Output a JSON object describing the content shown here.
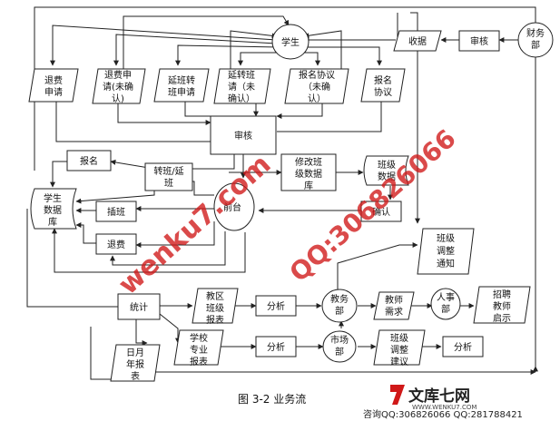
{
  "nodes": {
    "student": "学生",
    "finance": "财务部",
    "receipt": "收据",
    "finance_review": "审核",
    "refund_request": [
      "退费",
      "申请"
    ],
    "refund_unconfirmed": [
      "退费申",
      "请(未确",
      "认)"
    ],
    "defer_request": [
      "延班转",
      "班申请"
    ],
    "defer_unconfirmed": [
      "延转班",
      "请（未",
      "确认）"
    ],
    "signup_unconfirmed": [
      "报名协议",
      "（未确",
      "认）"
    ],
    "signup_agreement": [
      "报名",
      "协议"
    ],
    "review": "审核",
    "signup": "报名",
    "transfer": [
      "转班/延",
      "班"
    ],
    "modify_class_db": [
      "修改班",
      "级数据",
      "库"
    ],
    "class_data": [
      "班级",
      "数据"
    ],
    "student_db": [
      "学生",
      "数据",
      "库"
    ],
    "insert_class": "插班",
    "refund": "退费",
    "front_desk": "前台",
    "confirm": "确认",
    "class_adjust_notice": [
      "班级",
      "调整",
      "通知"
    ],
    "statistics": "统计",
    "district_report": [
      "教区",
      "班级",
      "报表"
    ],
    "analysis_1": "分析",
    "academic": [
      "教务",
      "部"
    ],
    "teacher_demand": [
      "教师",
      "需求"
    ],
    "hr": [
      "人事",
      "部"
    ],
    "recruit_notice": [
      "招聘",
      "教师",
      "启示"
    ],
    "school_report": [
      "学校",
      "专业",
      "报表"
    ],
    "analysis_2": "分析",
    "market": [
      "市场",
      "部"
    ],
    "class_adjust_advice": [
      "班级",
      "调整",
      "建议"
    ],
    "analysis_3": "分析",
    "monthly_report": [
      "日月",
      "年报",
      "表"
    ]
  },
  "caption": "图 3-2   业务流",
  "watermarks": {
    "site": "wenku7.com",
    "qq": "QQ:306826066"
  },
  "footer": {
    "logo_main": "文库七网",
    "logo_sub": "WWW.WENKU7.COM",
    "contact": "咨询QQ:306826066  QQ:281788421"
  },
  "colors": {
    "watermark": "#d01818",
    "logo_mark": "#d01818"
  }
}
